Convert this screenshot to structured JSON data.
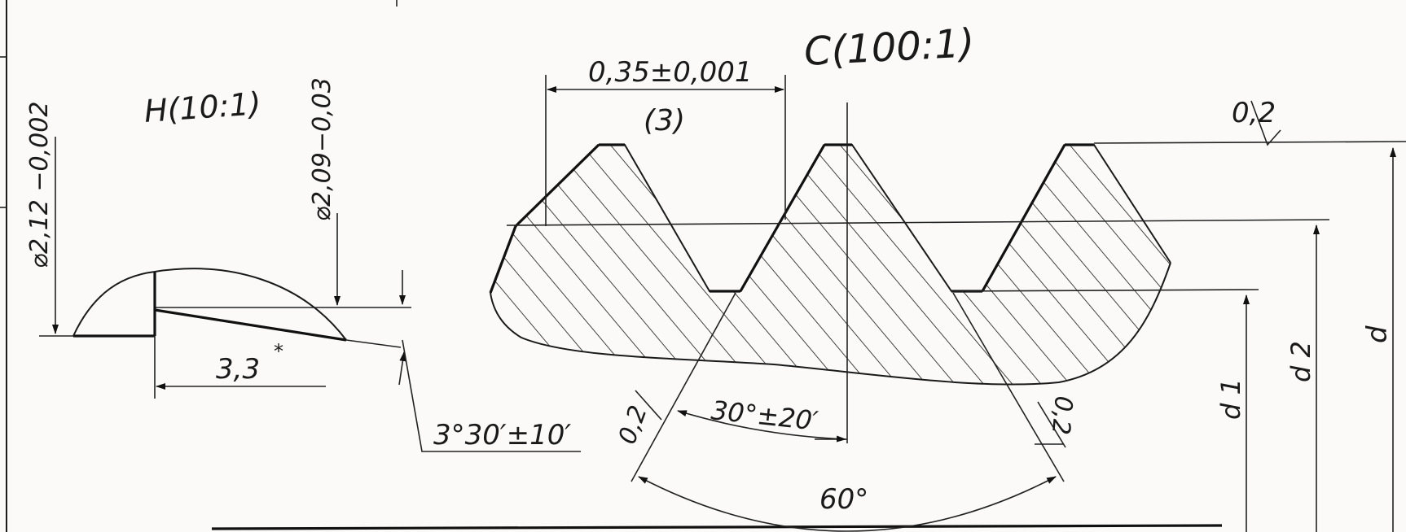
{
  "views": {
    "view_h": {
      "title": "H(10:1)"
    },
    "view_c": {
      "title": "C(100:1)"
    }
  },
  "dims": {
    "dia_212": "⌀2,12 −0,002",
    "dia_209": "⌀2,09−0,03",
    "len_33": "3,3",
    "len_33_mark": "*",
    "angle_taper": "3°30′±10′",
    "pitch": "0,35±0,001",
    "pitch_count": "(3)",
    "crest_02": "0,2",
    "root_02_left": "0,2",
    "root_02_right": "0,2",
    "half_angle": "30°±20′",
    "thread_angle": "60°",
    "d1": "d 1",
    "d2": "d 2",
    "d": "d"
  }
}
